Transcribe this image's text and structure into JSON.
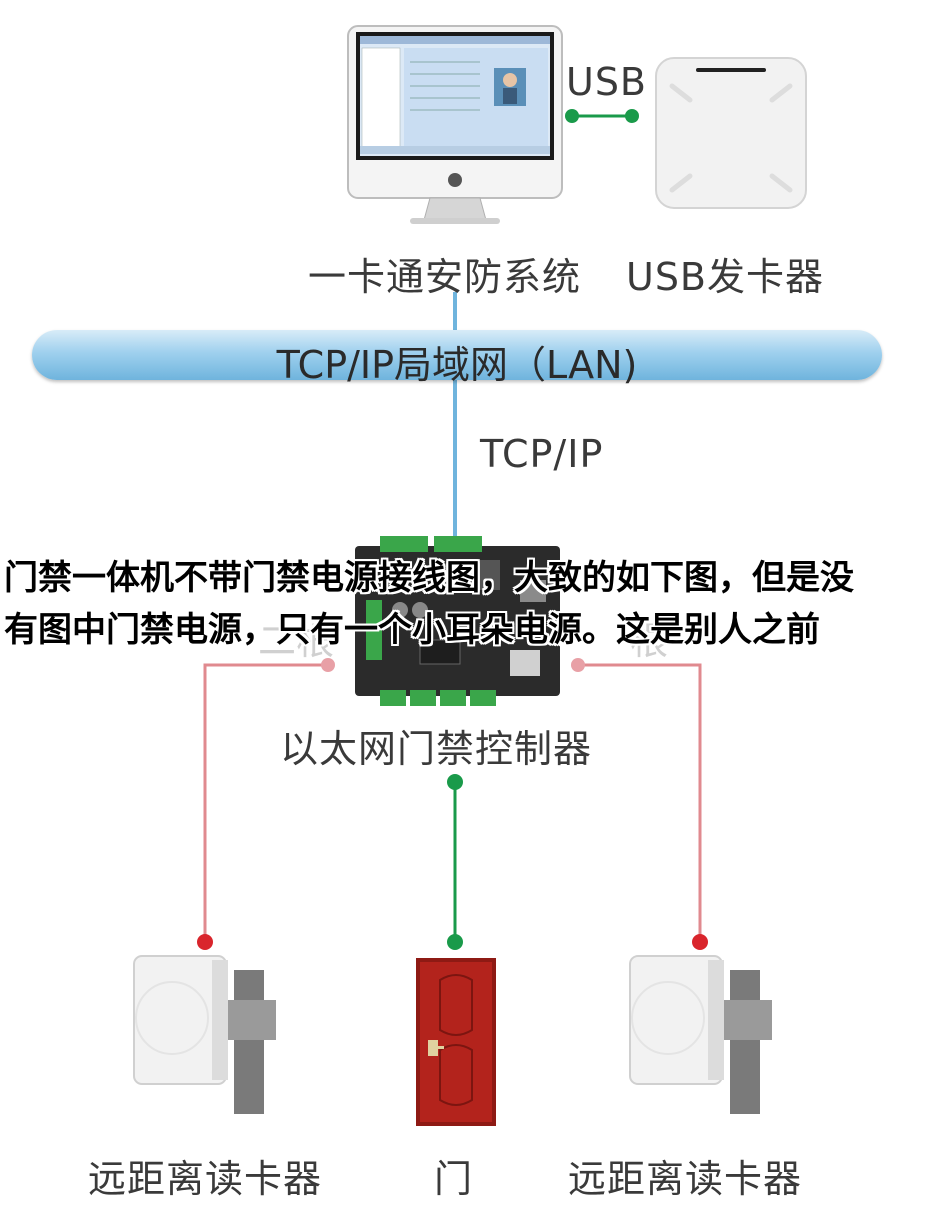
{
  "labels": {
    "system": "一卡通安防系统",
    "usb_issuer": "USB发卡器",
    "usb": "USB",
    "lan": "TCP/IP局域网（LAN)",
    "tcpip": "TCP/IP",
    "controller": "以太网门禁控制器",
    "reader_left": "远距离读卡器",
    "door": "门",
    "reader_right": "远距离读卡器"
  },
  "overlay": {
    "line1": "门禁一体机不带门禁电源接线图，大致的如下图，但是没",
    "line2": "有图中门禁电源，只有一个小耳朵电源。这是别人之前"
  },
  "ghost": {
    "left": "二根",
    "right": "根"
  },
  "colors": {
    "lan_blue": "#6fb4dd",
    "usb_green": "#1a9a4a",
    "reader_red": "#d9252c",
    "door_red": "#b3231c",
    "board_dark": "#2b2b2b",
    "terminal_green": "#3aa64a"
  },
  "icons": {
    "computer": "imac-computer-icon",
    "usb_reader": "usb-card-issuer-icon",
    "controller": "access-control-board-icon",
    "reader": "long-range-reader-icon",
    "door": "door-icon"
  }
}
